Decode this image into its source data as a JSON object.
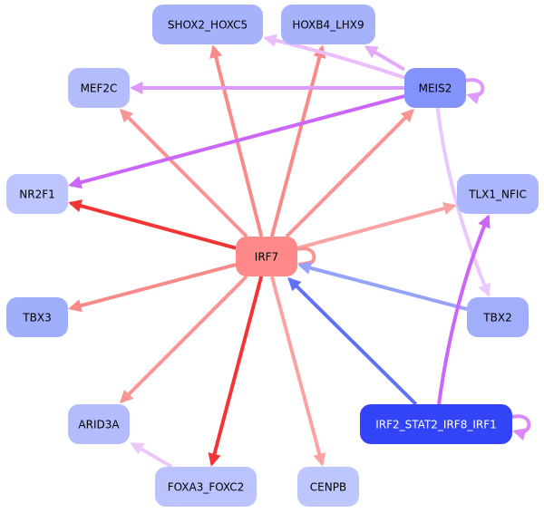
{
  "diagram": {
    "type": "directed-network",
    "nodes": [
      {
        "id": "SHOX2_HOXC5",
        "label": "SHOX2_HOXC5",
        "fill": "#a6b2fc",
        "text": "#000000"
      },
      {
        "id": "HOXB4_LHX9",
        "label": "HOXB4_LHX9",
        "fill": "#a6b2fc",
        "text": "#000000"
      },
      {
        "id": "MEIS2",
        "label": "MEIS2",
        "fill": "#8493fb",
        "text": "#000000"
      },
      {
        "id": "MEF2C",
        "label": "MEF2C",
        "fill": "#b3bdfd",
        "text": "#000000"
      },
      {
        "id": "NR2F1",
        "label": "NR2F1",
        "fill": "#bcc5fd",
        "text": "#000000"
      },
      {
        "id": "TLX1_NFIC",
        "label": "TLX1_NFIC",
        "fill": "#abb6fc",
        "text": "#000000"
      },
      {
        "id": "IRF7",
        "label": "IRF7",
        "fill": "#ff8888",
        "text": "#000000"
      },
      {
        "id": "TBX3",
        "label": "TBX3",
        "fill": "#9faefb",
        "text": "#000000"
      },
      {
        "id": "TBX2",
        "label": "TBX2",
        "fill": "#a0aefc",
        "text": "#000000"
      },
      {
        "id": "ARID3A",
        "label": "ARID3A",
        "fill": "#b3bdfd",
        "text": "#000000"
      },
      {
        "id": "IRF2_STAT2_IRF8_IRF1",
        "label": "IRF2_STAT2_IRF8_IRF1",
        "fill": "#3344f6",
        "text": "#ffffff"
      },
      {
        "id": "FOXA3_FOXC2",
        "label": "FOXA3_FOXC2",
        "fill": "#bac3fd",
        "text": "#000000"
      },
      {
        "id": "CENPB",
        "label": "CENPB",
        "fill": "#bec7fd",
        "text": "#000000"
      }
    ],
    "edges": [
      {
        "source": "IRF7",
        "target": "SHOX2_HOXC5",
        "color": "#f98a8a"
      },
      {
        "source": "IRF7",
        "target": "HOXB4_LHX9",
        "color": "#f98a8a"
      },
      {
        "source": "IRF7",
        "target": "MEIS2",
        "color": "#fa9494"
      },
      {
        "source": "IRF7",
        "target": "MEF2C",
        "color": "#fa9494"
      },
      {
        "source": "IRF7",
        "target": "NR2F1",
        "color": "#f23434"
      },
      {
        "source": "IRF7",
        "target": "TLX1_NFIC",
        "color": "#fba3a3"
      },
      {
        "source": "IRF7",
        "target": "TBX3",
        "color": "#f98a8a"
      },
      {
        "source": "IRF7",
        "target": "ARID3A",
        "color": "#fa9494"
      },
      {
        "source": "IRF7",
        "target": "FOXA3_FOXC2",
        "color": "#f23434"
      },
      {
        "source": "IRF7",
        "target": "CENPB",
        "color": "#fba3a3"
      },
      {
        "source": "IRF7",
        "target": "IRF7",
        "color": "#fa9494"
      },
      {
        "source": "MEIS2",
        "target": "SHOX2_HOXC5",
        "color": "#ebbdfc"
      },
      {
        "source": "MEIS2",
        "target": "HOXB4_LHX9",
        "color": "#e3aafc"
      },
      {
        "source": "MEIS2",
        "target": "MEF2C",
        "color": "#dd99fb"
      },
      {
        "source": "MEIS2",
        "target": "NR2F1",
        "color": "#cc66f8"
      },
      {
        "source": "MEIS2",
        "target": "TBX2",
        "color": "#ebc8fc"
      },
      {
        "source": "MEIS2",
        "target": "MEIS2",
        "color": "#dd99fb"
      },
      {
        "source": "TBX2",
        "target": "IRF7",
        "color": "#96a3fb"
      },
      {
        "source": "IRF2_STAT2_IRF8_IRF1",
        "target": "IRF7",
        "color": "#6070f8"
      },
      {
        "source": "IRF2_STAT2_IRF8_IRF1",
        "target": "TLX1_NFIC",
        "color": "#cc66f8"
      },
      {
        "source": "IRF2_STAT2_IRF8_IRF1",
        "target": "IRF2_STAT2_IRF8_IRF1",
        "color": "#dd88fa"
      },
      {
        "source": "FOXA3_FOXC2",
        "target": "ARID3A",
        "color": "#ebc8fc"
      }
    ]
  }
}
